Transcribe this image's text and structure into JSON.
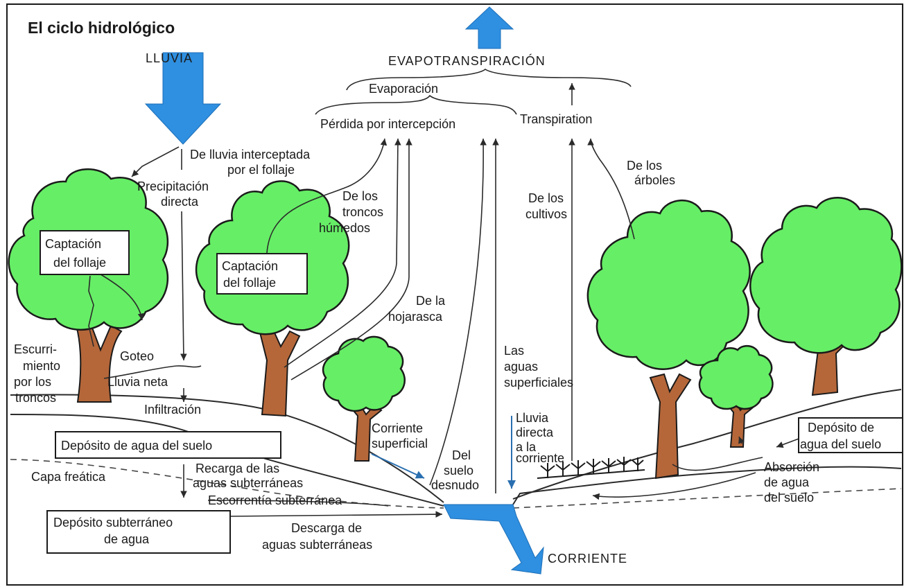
{
  "title": "El ciclo hidrológico",
  "labels": {
    "lluvia": "LLUVIA",
    "evapotranspiracion": "EVAPOTRANSPIRACIÓN",
    "evaporacion": "Evaporación",
    "perdida": "Pérdida por intercepción",
    "transpiration": "Transpiration",
    "lluvia_interceptada_1": "De lluvia interceptada",
    "lluvia_interceptada_2": "por el follaje",
    "precipitacion_1": "Precipitación",
    "precipitacion_2": "directa",
    "captacion_1": "Captación",
    "captacion_2": "del follaje",
    "troncos_1": "De los",
    "troncos_2": "troncos",
    "troncos_3": "húmedos",
    "cultivos_1": "De los",
    "cultivos_2": "cultivos",
    "arboles_1": "De los",
    "arboles_2": "árboles",
    "hojarasca_1": "De la",
    "hojarasca_2": "hojarasca",
    "goteo": "Goteo",
    "escurrimiento_1": "Escurri-",
    "escurrimiento_2": "miento",
    "escurrimiento_3": "por los",
    "escurrimiento_4": "troncos",
    "lluvia_neta": "Lluvia neta",
    "infiltracion": "Infiltración",
    "aguas_superficiales_1": "Las",
    "aguas_superficiales_2": "aguas",
    "aguas_superficiales_3": "superficiales",
    "corriente_superficial_1": "Corriente",
    "corriente_superficial_2": "superficial",
    "deposito_suelo": "Depósito de agua del suelo",
    "deposito_suelo_r_1": "Depósito de",
    "deposito_suelo_r_2": "agua del suelo",
    "lluvia_directa_1": "Lluvia",
    "lluvia_directa_2": "directa",
    "lluvia_directa_3": "a la",
    "lluvia_directa_4": "corriente",
    "suelo_desnudo_1": "Del",
    "suelo_desnudo_2": "suelo",
    "suelo_desnudo_3": "desnudo",
    "capa_freatica": "Capa freática",
    "recarga_1": "Recarga de las",
    "recarga_2": "aguas subterráneas",
    "absorcion_1": "Absorción",
    "absorcion_2": "de agua",
    "absorcion_3": "del suelo",
    "escorrentia": "Escorrentía subterránea",
    "deposito_subterraneo_1": "Depósito subterráneo",
    "deposito_subterraneo_2": "de agua",
    "descarga_1": "Descarga de",
    "descarga_2": "aguas subterráneas",
    "corriente": "CORRIENTE"
  },
  "colors": {
    "foliage": "#66ee66",
    "trunk": "#b5673a",
    "water": "#2f8fe0"
  }
}
